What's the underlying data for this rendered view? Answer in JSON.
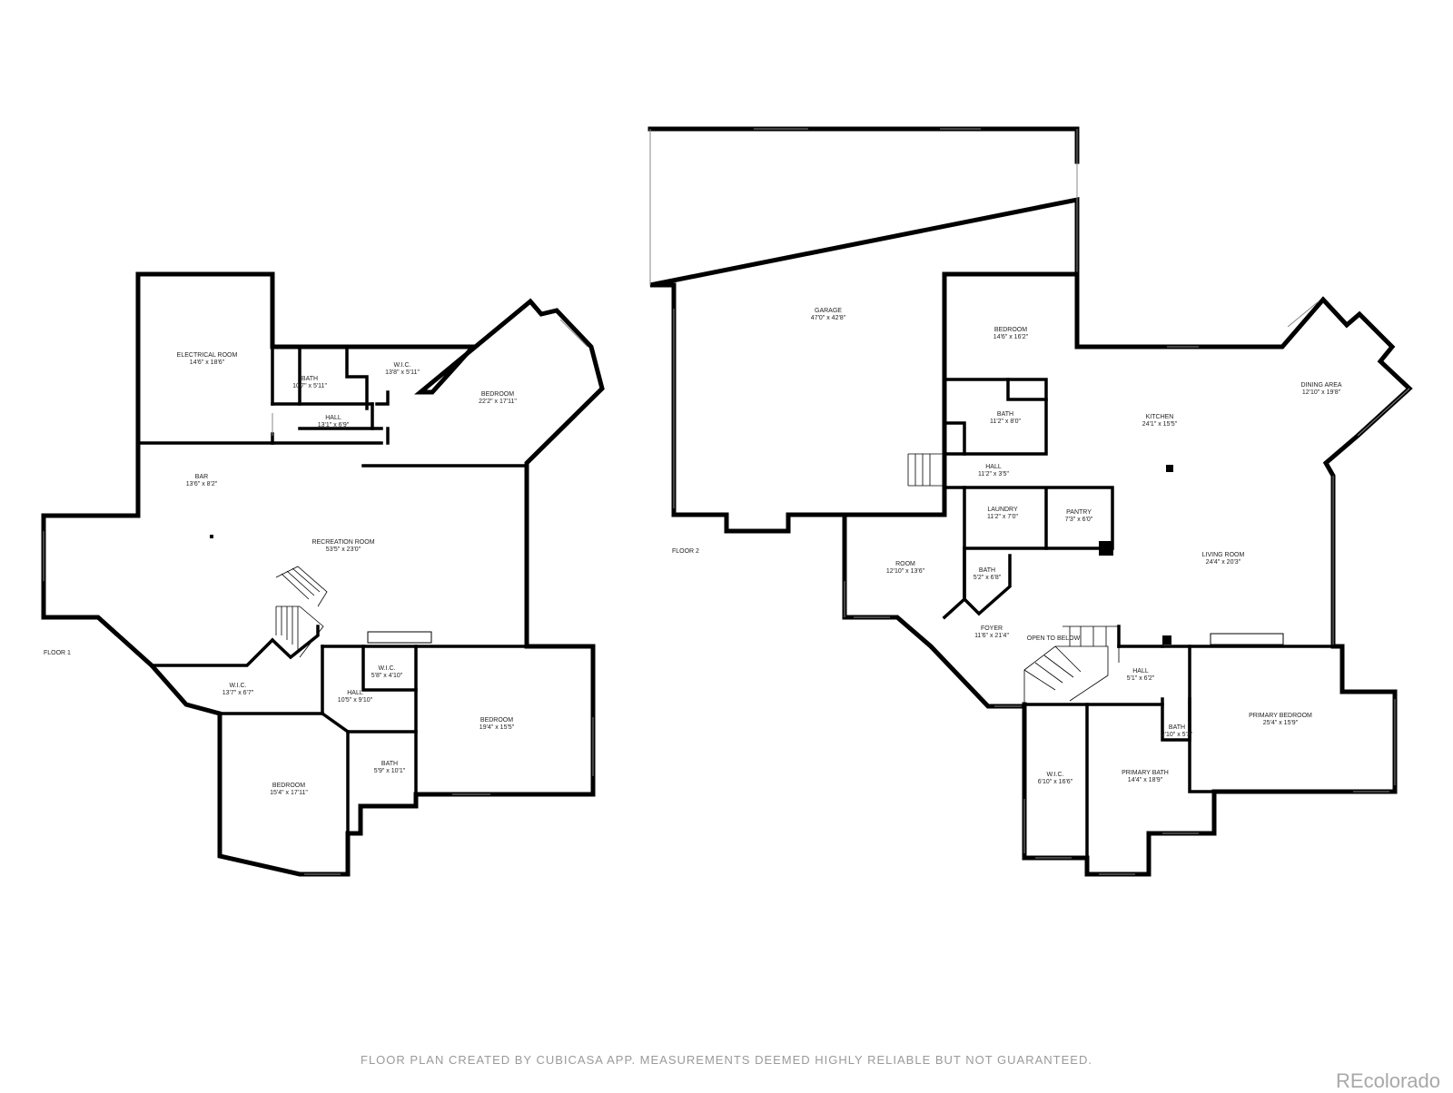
{
  "floors": [
    {
      "id": "floor-1",
      "label": "FLOOR 1",
      "rooms": [
        {
          "name": "ELECTRICAL ROOM",
          "dims": "14'6\" x 18'6\""
        },
        {
          "name": "BATH",
          "dims": "10'7\" x 5'11\""
        },
        {
          "name": "W.I.C.",
          "dims": "13'8\" x 5'11\""
        },
        {
          "name": "BEDROOM",
          "dims": "22'2\" x 17'11\""
        },
        {
          "name": "HALL",
          "dims": "13'1\" x 6'9\""
        },
        {
          "name": "BAR",
          "dims": "13'6\" x 8'2\""
        },
        {
          "name": "RECREATION ROOM",
          "dims": "53'5\" x 23'0\""
        },
        {
          "name": "W.I.C.",
          "dims": "13'7\" x 6'7\""
        },
        {
          "name": "W.I.C.",
          "dims": "5'8\" x 4'10\""
        },
        {
          "name": "HALL",
          "dims": "10'5\" x 9'10\""
        },
        {
          "name": "BEDROOM",
          "dims": "19'4\" x 15'5\""
        },
        {
          "name": "BATH",
          "dims": "5'9\" x 10'1\""
        },
        {
          "name": "BEDROOM",
          "dims": "15'4\" x 17'11\""
        }
      ]
    },
    {
      "id": "floor-2",
      "label": "FLOOR 2",
      "rooms": [
        {
          "name": "GARAGE",
          "dims": "47'0\" x 42'8\""
        },
        {
          "name": "BEDROOM",
          "dims": "14'6\" x 16'2\""
        },
        {
          "name": "BATH",
          "dims": "11'2\" x 8'0\""
        },
        {
          "name": "HALL",
          "dims": "11'2\" x 3'5\""
        },
        {
          "name": "LAUNDRY",
          "dims": "11'2\" x 7'0\""
        },
        {
          "name": "PANTRY",
          "dims": "7'3\" x 6'0\""
        },
        {
          "name": "KITCHEN",
          "dims": "24'1\" x 15'5\""
        },
        {
          "name": "DINING AREA",
          "dims": "12'10\" x 19'8\""
        },
        {
          "name": "LIVING ROOM",
          "dims": "24'4\" x 20'3\""
        },
        {
          "name": "ROOM",
          "dims": "12'10\" x 13'6\""
        },
        {
          "name": "BATH",
          "dims": "5'2\" x 6'8\""
        },
        {
          "name": "FOYER",
          "dims": "11'6\" x 21'4\""
        },
        {
          "name": "OPEN TO BELOW",
          "dims": ""
        },
        {
          "name": "HALL",
          "dims": "5'1\" x 6'2\""
        },
        {
          "name": "BATH",
          "dims": "2'10\" x 5'3\""
        },
        {
          "name": "PRIMARY BEDROOM",
          "dims": "25'4\" x 15'9\""
        },
        {
          "name": "W.I.C.",
          "dims": "6'10\" x 16'6\""
        },
        {
          "name": "PRIMARY BATH",
          "dims": "14'4\" x 18'9\""
        }
      ]
    }
  ],
  "footer_note": "FLOOR PLAN CREATED BY CUBICASA APP. MEASUREMENTS DEEMED HIGHLY RELIABLE BUT NOT GUARANTEED.",
  "brand": "REcolorado",
  "colors": {
    "wall": "#000000",
    "footer_text": "#9a9a9a",
    "brand_text": "#a8a8a8"
  }
}
